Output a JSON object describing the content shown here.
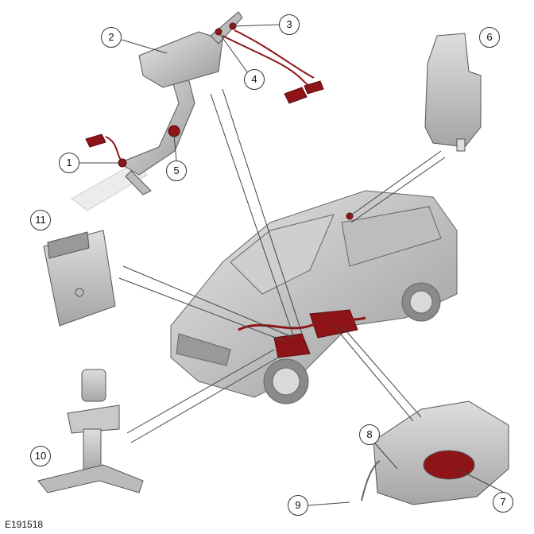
{
  "figure_id": "E191518",
  "callouts": [
    "1",
    "2",
    "3",
    "4",
    "5",
    "6",
    "7",
    "8",
    "9",
    "10",
    "11"
  ],
  "colors": {
    "component": "#c9c9c9",
    "highlight": "#8e1418",
    "outline": "#555555"
  }
}
